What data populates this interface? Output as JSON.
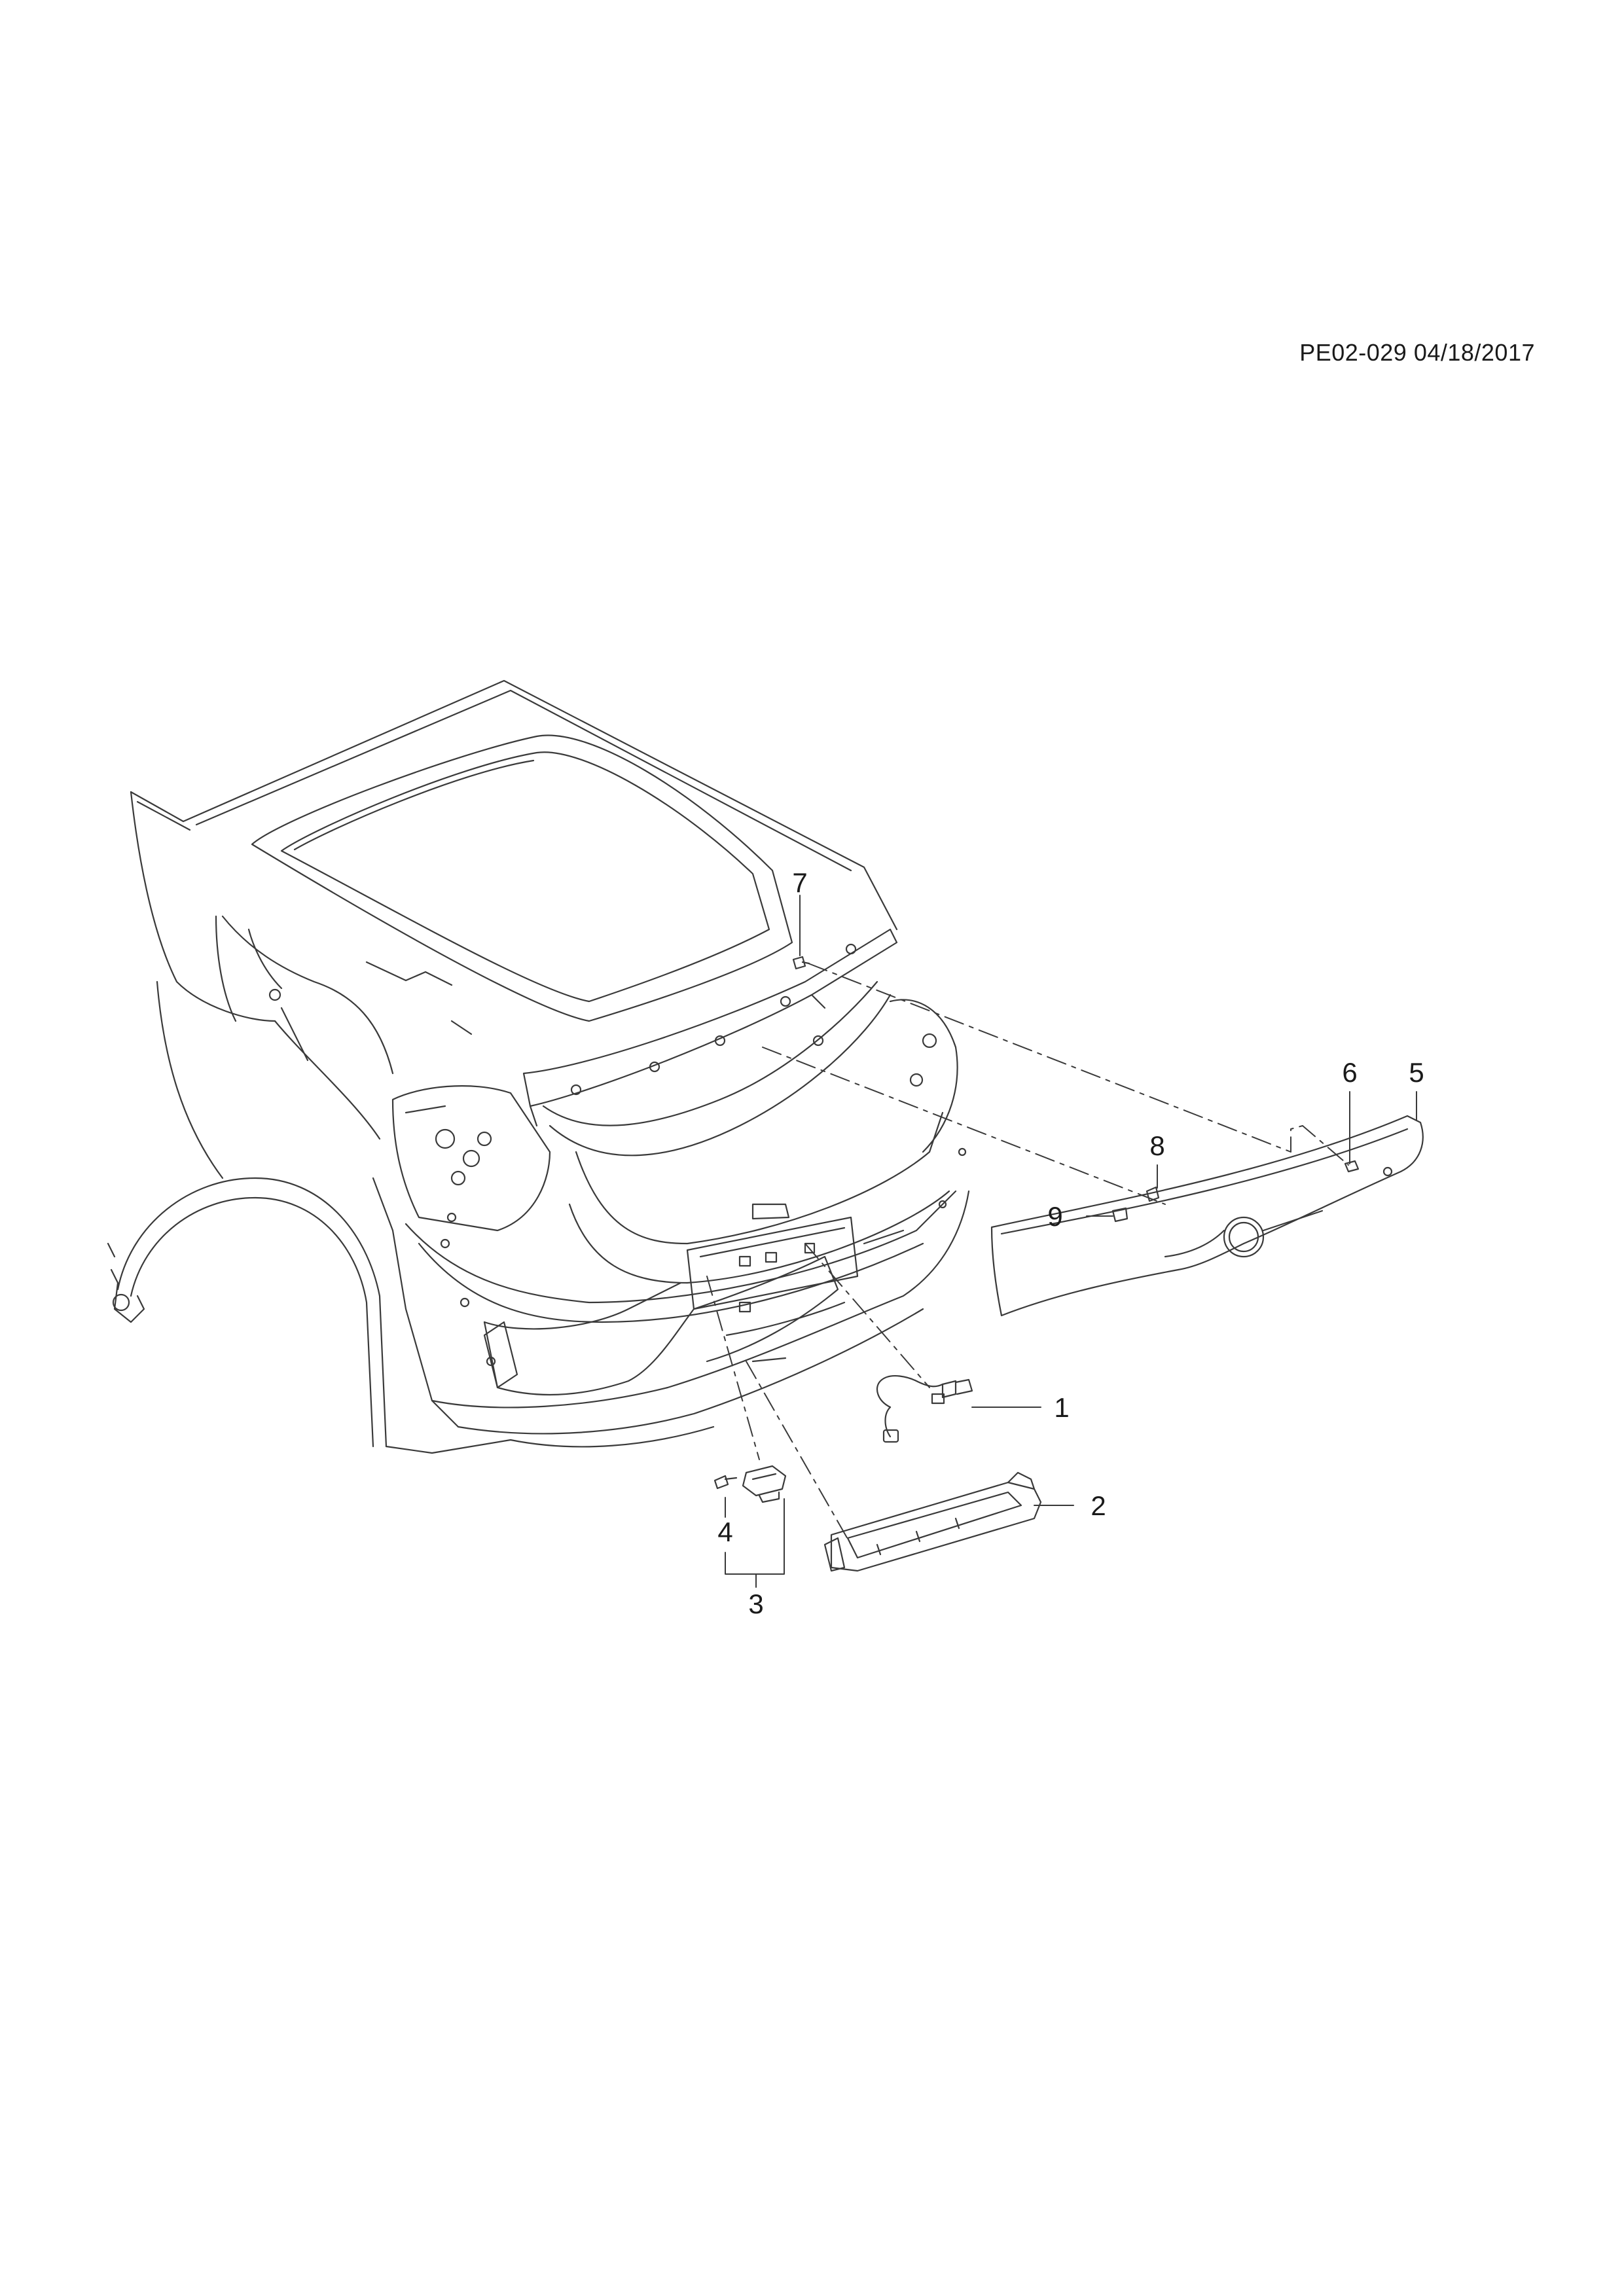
{
  "diagram": {
    "reference": "PE02-029 04/18/2017",
    "callouts": [
      {
        "id": "1",
        "label": "1"
      },
      {
        "id": "2",
        "label": "2"
      },
      {
        "id": "3",
        "label": "3"
      },
      {
        "id": "4",
        "label": "4"
      },
      {
        "id": "5",
        "label": "5"
      },
      {
        "id": "6",
        "label": "6"
      },
      {
        "id": "7",
        "label": "7"
      },
      {
        "id": "8",
        "label": "8"
      },
      {
        "id": "9",
        "label": "9"
      }
    ]
  },
  "colors": {
    "line": "#3a3a3a",
    "text": "#1a1a1a",
    "background": "#ffffff"
  }
}
